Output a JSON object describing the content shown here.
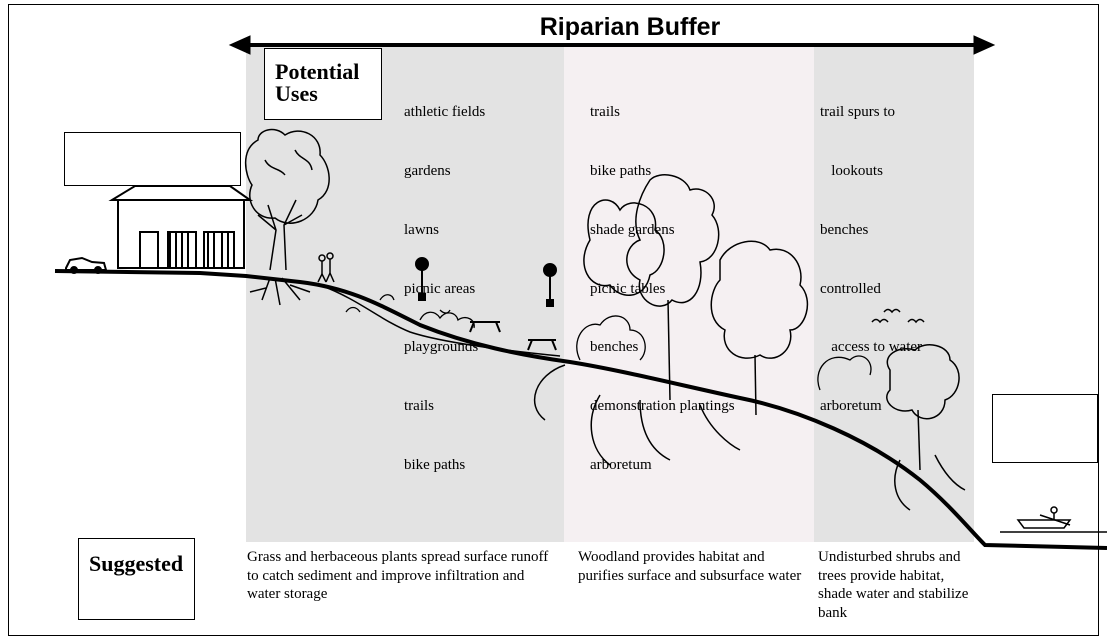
{
  "title": "Riparian Buffer",
  "label_boxes": {
    "uses_label": "Potential Uses",
    "suggested_label": "Suggested",
    "left_blank": "",
    "right_blank": ""
  },
  "zones": [
    {
      "uses": [
        "athletic fields",
        "gardens",
        "lawns",
        "picnic areas",
        "playgrounds",
        "trails",
        "bike paths"
      ],
      "description": "Grass and herbaceous plants spread surface runoff to catch sediment and improve infiltration and water storage"
    },
    {
      "uses": [
        "trails",
        "bike paths",
        "shade gardens",
        "picnic tables",
        "benches",
        "demonstration plantings",
        "arboretum"
      ],
      "description": "Woodland provides habitat and purifies surface and subsurface water"
    },
    {
      "uses": [
        "trail spurs to",
        "   lookouts",
        "benches",
        "controlled",
        "   access to water",
        "arboretum"
      ],
      "description": "Undisturbed shrubs and trees provide habitat, shade water and stabilize bank"
    }
  ],
  "colors": {
    "zone_shade": "#e3e3e3",
    "woodland_shade": "#f5f0f2",
    "ink": "#000000"
  },
  "icons": [
    "house-icon",
    "car-icon",
    "tree-icon",
    "lamp-post-icon",
    "picnic-table-icon",
    "people-icon",
    "birds-icon",
    "boat-icon",
    "shrub-icon"
  ]
}
